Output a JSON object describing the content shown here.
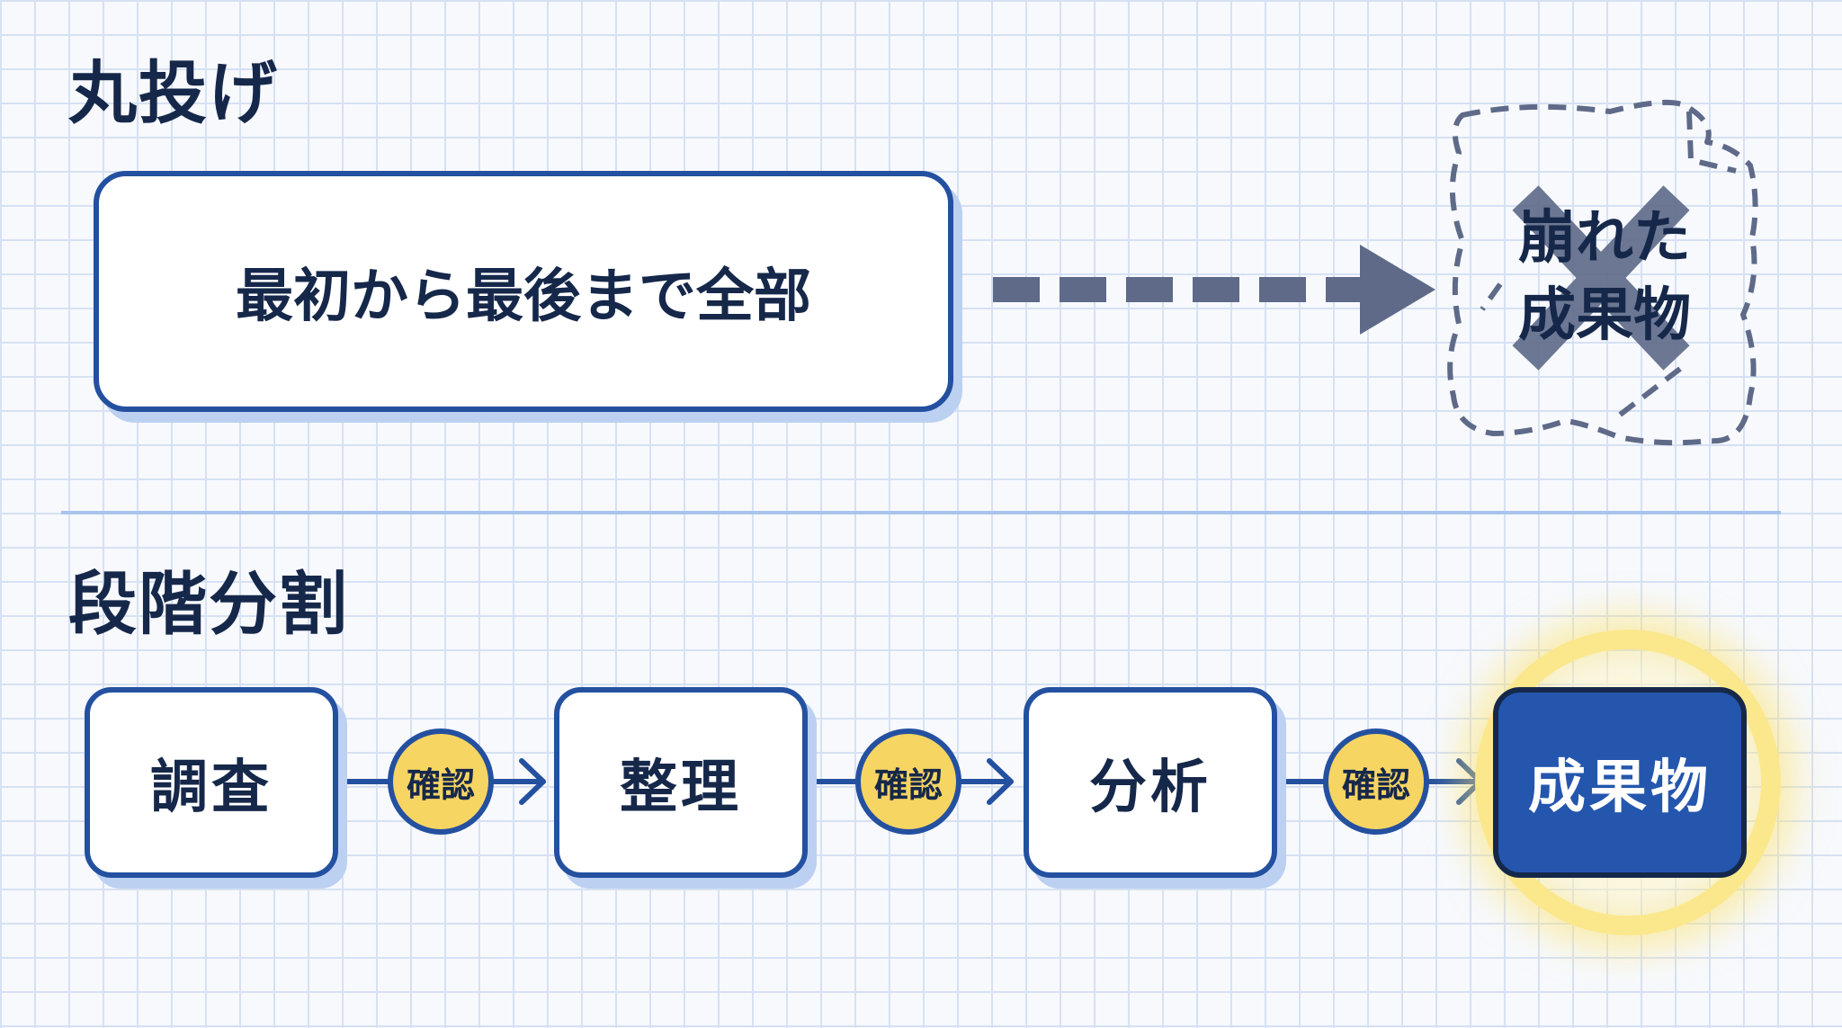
{
  "sections": {
    "top": {
      "title": "丸投げ",
      "task_box": "最初から最後まで全部",
      "result_label": [
        "崩れた",
        "成果物"
      ]
    },
    "bottom": {
      "title": "段階分割",
      "steps": [
        "調査",
        "整理",
        "分析",
        "成果物"
      ],
      "checkpoint_label": "確認"
    }
  },
  "colors": {
    "navy": "#16284a",
    "blue": "#2450a0",
    "final_fill": "#2456ae",
    "badge_yellow": "#f7d563",
    "glow_yellow": "#fbe88d",
    "arrow_gray": "#5e6a88",
    "divider": "#a9c4ec",
    "grid": "#d6e1f3"
  },
  "icons": [
    "dashed-arrow-icon",
    "cross-mark-icon",
    "step-arrow-icon"
  ]
}
